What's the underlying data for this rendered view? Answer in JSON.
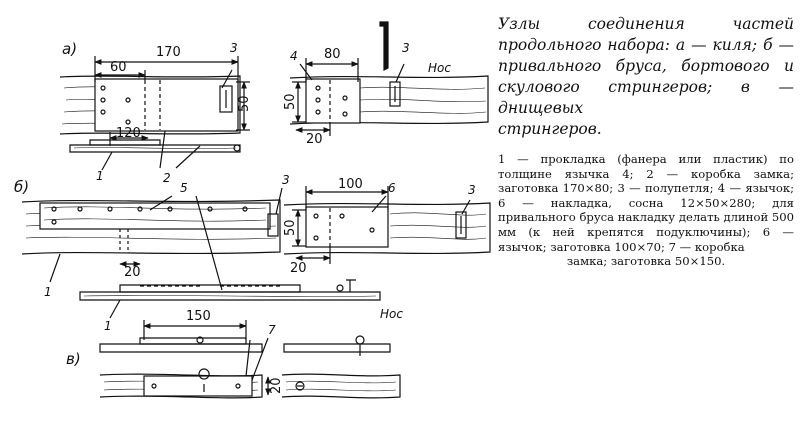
{
  "figure": {
    "sections": {
      "a": "а)",
      "b": "б)",
      "v": "в)"
    },
    "dims": {
      "a_170": "170",
      "a_60": "60",
      "a_50": "50",
      "a_120": "120",
      "a2_80": "80",
      "a2_50": "50",
      "a2_20": "20",
      "b_100": "100",
      "b_50": "50",
      "b_20a": "20",
      "b_20b": "20",
      "v_150": "150",
      "v_20": "20"
    },
    "labels": {
      "a_3": "3",
      "a_1": "1",
      "a_2": "2",
      "a2_4": "4",
      "a2_3": "3",
      "a2_nos": "Нос",
      "b_5": "5",
      "b_3a": "3",
      "b_6": "6",
      "b_3b": "3",
      "b_1a": "1",
      "b_1b": "1",
      "b_nos": "Нос",
      "v_7": "7"
    }
  },
  "caption": {
    "title_main": "Узлы соединения частей продольного набора: а — киля; б — привального бруса, бортового и скулового стрингеров; в — днищевых",
    "title_last": "стрингеров.",
    "legend_main": "1 — прокладка (фанера или пластик) по толщине язычка 4; 2 — коробка замка; заготовка 170×80; 3 — полупетля; 4 — язычок; 6 — накладка, сосна 12×50×280; для привального бруса накладку делать длиной 500 мм (к ней крепятся подуключины); 6 — язычок; заготовка 100×70; 7 — коробка",
    "legend_last": "замка; заготовка 50×150."
  }
}
